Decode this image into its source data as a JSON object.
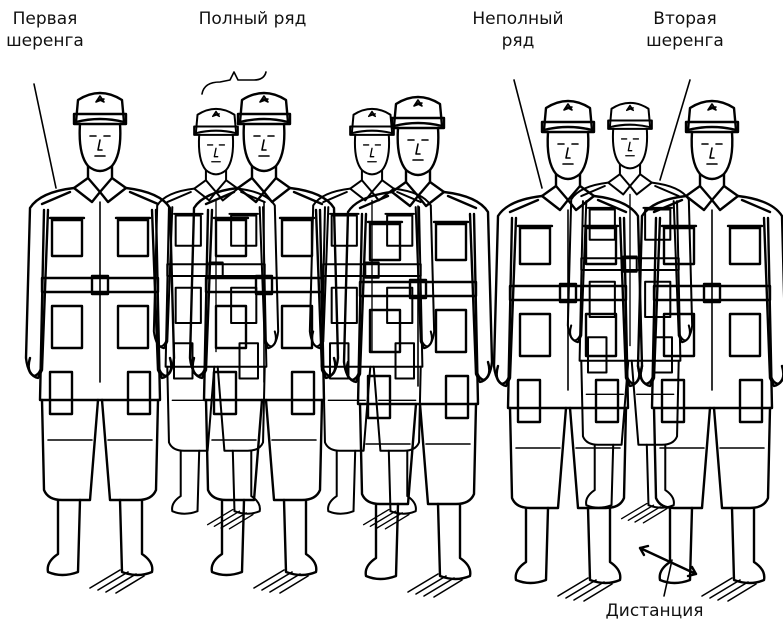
{
  "labels": {
    "first_rank_l1": "Первая",
    "first_rank_l2": "шеренга",
    "full_file": "Полный ряд",
    "partial_file_l1": "Неполный",
    "partial_file_l2": "ряд",
    "second_rank_l1": "Вторая",
    "second_rank_l2": "шеренга",
    "distance": "Дистанция"
  },
  "colors": {
    "ink": "#000000",
    "background": "#ffffff"
  }
}
